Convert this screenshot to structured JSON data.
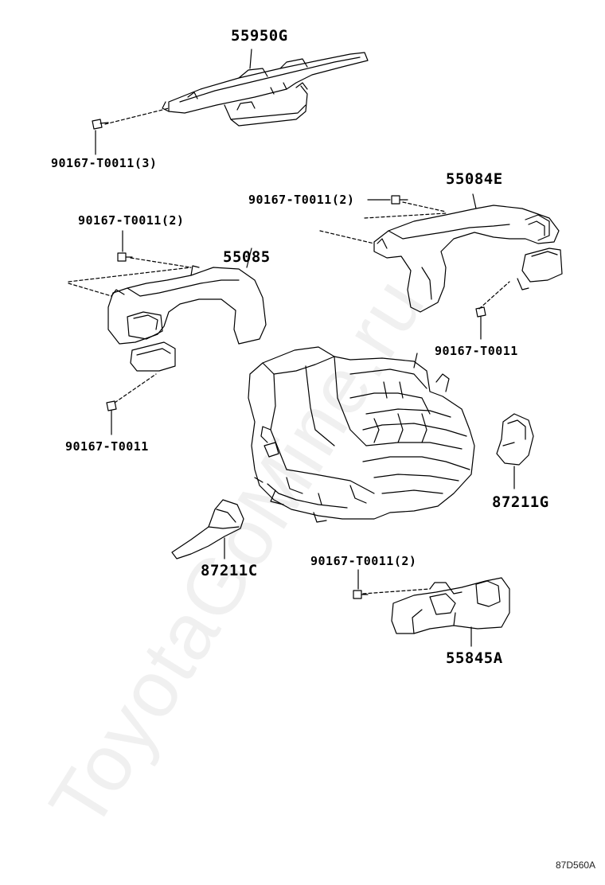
{
  "labels": {
    "duct_top": "55950G",
    "bolt_top": "90167-T0011(3)",
    "duct_right": "55084E",
    "bolt_right_upper": "90167-T0011(2)",
    "bolt_right_lower": "90167-T0011",
    "duct_left": "55085",
    "bolt_left_upper": "90167-T0011(2)",
    "bolt_left_lower": "90167-T0011",
    "duct_mid_right": "87211G",
    "duct_mid_left": "87211C",
    "bolt_bottom": "90167-T0011(2)",
    "duct_bottom": "55845A"
  },
  "diagram_code": "87D560A",
  "watermark": "ToyotaGoMine.ru",
  "colors": {
    "line": "#000000",
    "watermark": "#e6e6e6"
  }
}
